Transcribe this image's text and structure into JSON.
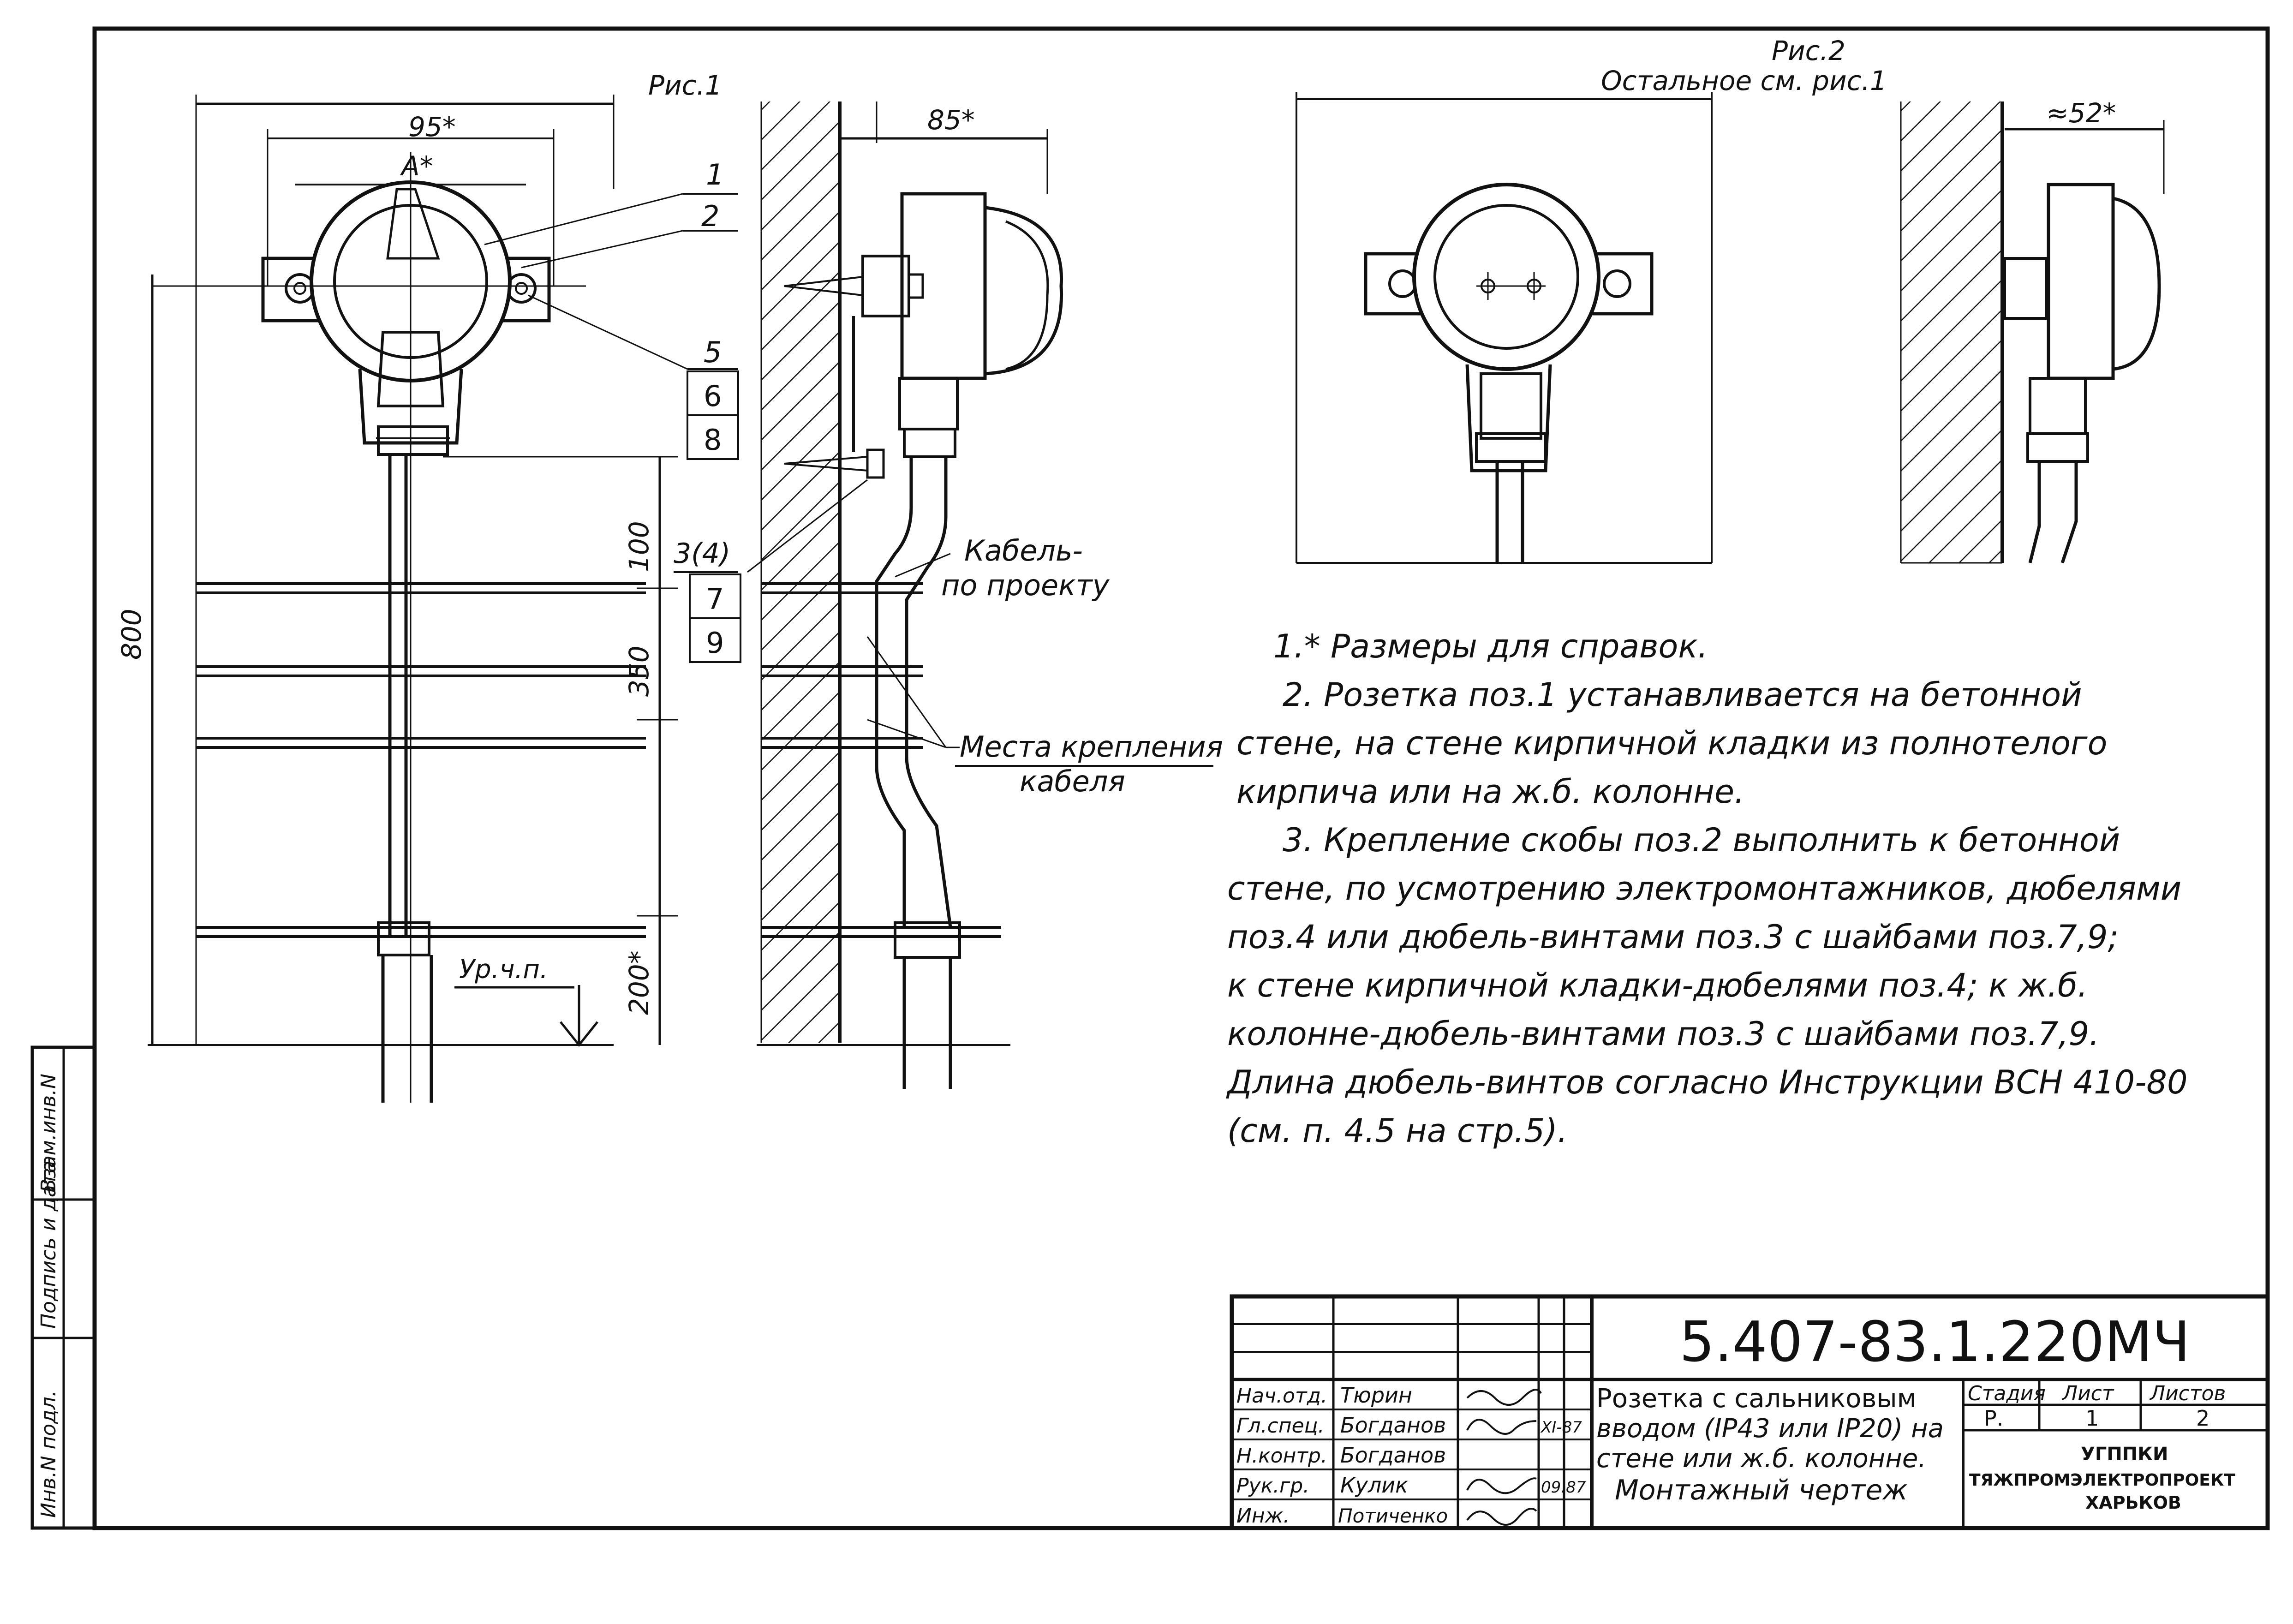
{
  "fig1": {
    "title": "Рис.1",
    "dims": {
      "width_ref": "95*",
      "a_ref": "A*",
      "height_total": "800",
      "seg_100": "100",
      "seg_350": "350",
      "seg_200": "200*"
    },
    "callouts": [
      "1",
      "2",
      "5",
      "6",
      "8",
      "3(4)",
      "7",
      "9"
    ],
    "floor_label": "Ур.ч.п."
  },
  "fig_side": {
    "dim_depth": "85*",
    "cable_label_1": "Кабель-",
    "cable_label_2": "по проекту",
    "fixing_label_1": "Места крепления",
    "fixing_label_2": "кабеля"
  },
  "fig2": {
    "title": "Рис.2",
    "subtitle": "Остальное см. рис.1",
    "dim_depth": "≈52*"
  },
  "notes": [
    "1.* Размеры для справок.",
    "2. Розетка поз.1 устанавливается на бетонной",
    "стене, на стене кирпичной кладки из полнотелого",
    "кирпича или на ж.б. колонне.",
    "3. Крепление скобы поз.2 выполнить к бетонной",
    "стене, по усмотрению электромонтажников, дюбелями",
    "поз.4 или дюбель-винтами поз.3 с шайбами поз.7,9;",
    "к стене кирпичной кладки-дюбелями поз.4; к ж.б.",
    "колонне-дюбель-винтами поз.3 с шайбами поз.7,9.",
    "Длина дюбель-винтов согласно Инструкции ВСН 410-80",
    "(см. п. 4.5 на стр.5)."
  ],
  "stamp": {
    "code": "5.407-83.1.220МЧ",
    "title_lines": [
      "Розетка с сальниковым",
      "вводом (IP43 или IP20) на",
      "стене или ж.б. колонне.",
      "Монтажный чертеж"
    ],
    "roles": [
      "Нач.отд.",
      "Гл.спец.",
      "Н.контр.",
      "Рук.гр.",
      "Инж."
    ],
    "names": [
      "Тюрин",
      "Богданов",
      "Богданов",
      "Кулик",
      "Потиченко"
    ],
    "date_1": "XI-87",
    "date_2": "09.87",
    "stage_label": "Стадия",
    "sheet_label": "Лист",
    "sheets_label": "Листов",
    "stage": "Р.",
    "sheet": "1",
    "sheets": "2",
    "org": [
      "УГППКИ",
      "ТЯЖПРОМЭЛЕКТРОПРОЕКТ",
      "ХАРЬКОВ"
    ]
  },
  "side_labels": [
    "Инв.N подл.",
    "Подпись и дата",
    "Взам.инв.N"
  ]
}
